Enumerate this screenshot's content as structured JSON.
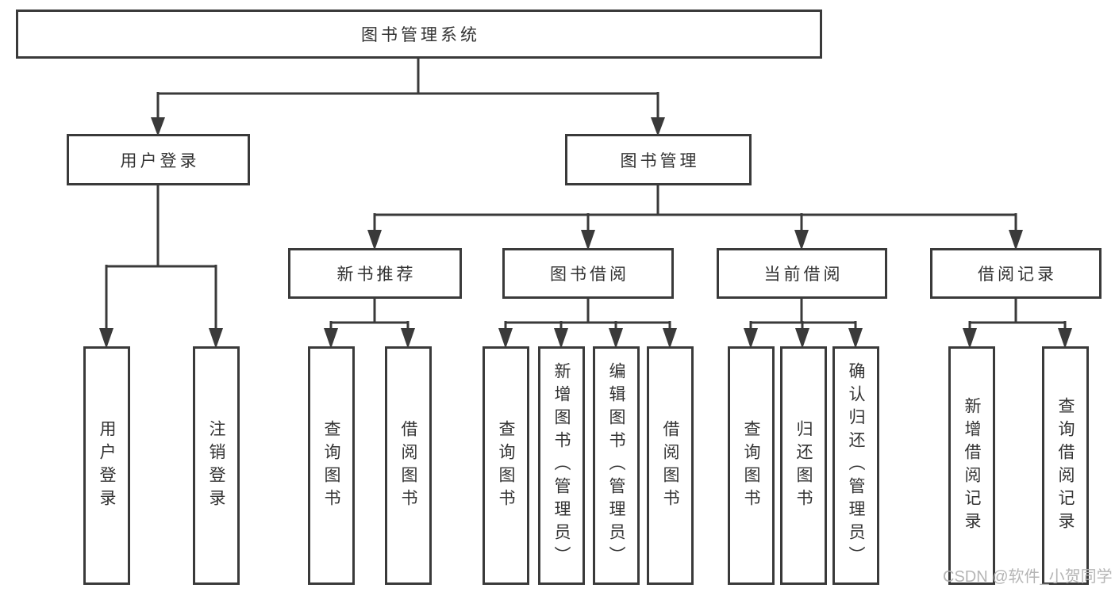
{
  "colors": {
    "line": "#3a3a3a",
    "box_border": "#3a3a3a",
    "text": "#333333",
    "watermark_text_color": "#b5b5b5",
    "background": "#ffffff"
  },
  "watermark": {
    "text": "CSDN @软件_小贺同学"
  },
  "tree": {
    "label": "图书管理系统",
    "children": [
      {
        "label": "用户登录",
        "children": [
          {
            "label": "用户登录"
          },
          {
            "label": "注销登录"
          }
        ]
      },
      {
        "label": "图书管理",
        "children": [
          {
            "label": "新书推荐",
            "children": [
              {
                "label": "查询图书"
              },
              {
                "label": "借阅图书"
              }
            ]
          },
          {
            "label": "图书借阅",
            "children": [
              {
                "label": "查询图书"
              },
              {
                "label": "新增图书（管理员）"
              },
              {
                "label": "编辑图书（管理员）"
              },
              {
                "label": "借阅图书"
              }
            ]
          },
          {
            "label": "当前借阅",
            "children": [
              {
                "label": "查询图书"
              },
              {
                "label": "归还图书"
              },
              {
                "label": "确认归还（管理员）"
              }
            ]
          },
          {
            "label": "借阅记录",
            "children": [
              {
                "label": "新增借阅记录"
              },
              {
                "label": "查询借阅记录"
              }
            ]
          }
        ]
      }
    ]
  }
}
